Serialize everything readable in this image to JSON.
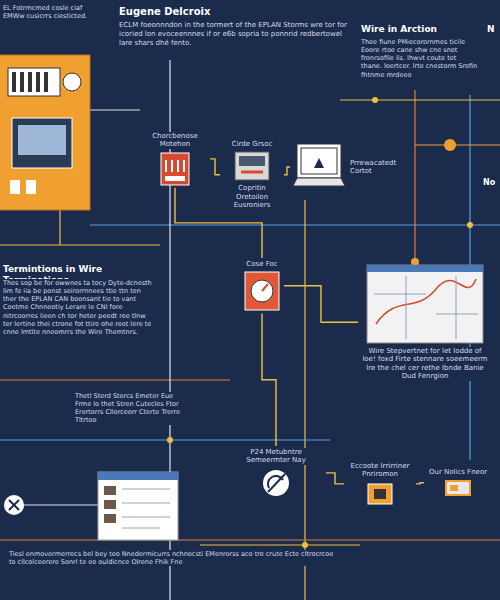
{
  "diagram": {
    "title": "Eugene Delcroix",
    "nodes": [
      {
        "text": [
          "Chorcbenose Motehon"
        ]
      },
      {
        "text": [
          "Cirde Grsoc",
          "Copritin Oretoilon Eusroniers"
        ]
      },
      {
        "text": [
          "Prrewacatedt Cortot"
        ]
      },
      {
        "text": [
          "Cose Foc"
        ]
      },
      {
        "text": [
          "Wire Stepvertnet for let lodde of loe! foxd Firte stennare soeemeerm lre the chel cer rethe Ibnde Banie Dud Fenrgion"
        ]
      },
      {
        "text": [
          "P24 Metubntre Semeermter Nay"
        ]
      },
      {
        "text": [
          "Eccoote Irrirriner Pnriromon"
        ]
      },
      {
        "text": [
          "Our Nolics Fneor"
        ]
      }
    ],
    "edges": [
      {
        "from": 0,
        "to": 1,
        "arrow": "none"
      },
      {
        "from": 1,
        "to": 2,
        "arrow": "none"
      },
      {
        "from": 0,
        "to": 3,
        "arrow": "none"
      },
      {
        "from": 3,
        "to": 4,
        "arrow": "none"
      },
      {
        "from": 3,
        "to": 5,
        "arrow": "none"
      },
      {
        "from": 5,
        "to": 6,
        "arrow": "none"
      },
      {
        "from": 6,
        "to": 7,
        "arrow": "none"
      }
    ],
    "labels": [
      "EL Fotrmcmed cosle ciaf EMWw cusicrrs ciesticted.",
      "ECLM foeonnndon in the tormert of the EPLAN Storms wre tor for icoried lon evoceennnes if or e6b sopria to ponnrid redbertowel lare shars dhé fento.",
      "Wire in Arction",
      "Thee fiune PMiecorornmes ticile Eoore rtoe cane shw cne snot fronrsofile lis. Ihwvt coute tet thane. loertcer. lrte cnestorm Srofin fhtnme mrdeeo",
      "N",
      "No",
      "Termintions in Wire Terminations",
      "Thes sop be for owwnes ta tocy Dyte-dcnesth lim fe iia be ponst seirorrnnees ttie ttn ten ther the EPLAN CAN boonsant tie to vant Coetme Chnneotiy Lerare le CNI fore nitrcoorres lieen ch tor heter peedt ree tlnw ter lertine thei ctrone fot ttire ohe reet lere te cnne lmtite nneomrrs the Wire Themtnrs.",
      "Thetl Sterd Stercs Emeter Eue Frme lo thet Stren Cutecles Ftor Erertorrs Cllorceorr Cterte Trerre Tltrtoo",
      "Tiesl enmovermerrecs bel bey teo Nnedermicurrs nchnocsti EMenrorss aco tre crute Ecte cltrocrcoe to cllcolceerere Sonrl te eo ouldicnce Olrene Fhik Fne"
    ]
  }
}
